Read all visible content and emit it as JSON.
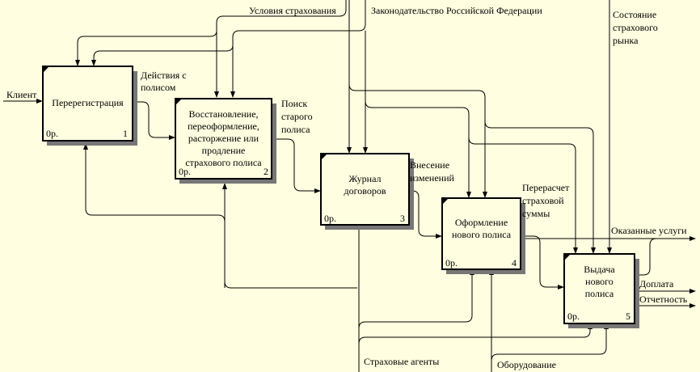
{
  "boxes": [
    {
      "id": "b1",
      "lines": [
        "Перерегистрация"
      ],
      "cost": "0р.",
      "number": "1"
    },
    {
      "id": "b2",
      "lines": [
        "Восстановление,",
        "переоформление,",
        "расторжение или",
        "продление",
        "страхового полиса"
      ],
      "cost": "0р.",
      "number": "2"
    },
    {
      "id": "b3",
      "lines": [
        "Журнал",
        "договоров"
      ],
      "cost": "0р.",
      "number": "3"
    },
    {
      "id": "b4",
      "lines": [
        "Оформление",
        "нового полиса"
      ],
      "cost": "0р.",
      "number": "4"
    },
    {
      "id": "b5",
      "lines": [
        "Выдача",
        "нового",
        "полиса"
      ],
      "cost": "0р.",
      "number": "5"
    }
  ],
  "labels": {
    "client": "Клиент",
    "insurance_terms": "Условия страхования",
    "legislation": "Законодательство Российской Федерации",
    "market_state": [
      "Состояние",
      "страхового",
      "рынка"
    ],
    "policy_actions": [
      "Действия с",
      "полисом"
    ],
    "old_policy_search": [
      "Поиск",
      "старого",
      "полиса"
    ],
    "changes": [
      "Внесение",
      "изменений"
    ],
    "recalc": [
      "Перерасчет",
      "страховой",
      "суммы"
    ],
    "services": "Оказанные услуги",
    "surcharge": "Доплата",
    "reporting": "Отчетность",
    "agents": "Страховые агенты",
    "equipment": "Оборудование"
  }
}
